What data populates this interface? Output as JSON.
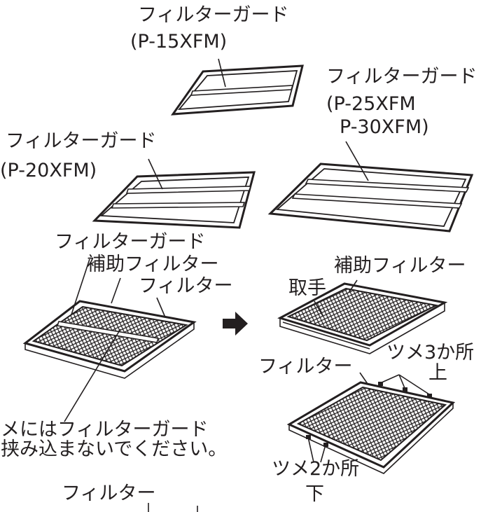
{
  "labels": {
    "guard_p15": "フィルターガード",
    "model_p15": "(P-15XFM)",
    "guard_p25": "フィルターガード",
    "model_p25": "(P-25XFM",
    "model_p30": "P-30XFM)",
    "guard_p20": "フィルターガード",
    "model_p20": "(P-20XFM)",
    "guard_assembly": "フィルターガード",
    "aux_filter_left": "補助フィルター",
    "filter_left": "フィルター",
    "handle": "取手",
    "aux_filter_right": "補助フィルター",
    "filter_right": "フィルター",
    "claws_top_count": "ツメ3か所",
    "claws_top_pos": "上",
    "note_line1": "ツメにはフィルターガード",
    "note_line2": "を挟み込まないでください。",
    "claws_bottom_count": "ツメ2か所",
    "claws_bottom_pos": "下",
    "filter_bottom": "フィルター"
  },
  "colors": {
    "ink": "#231f20",
    "background": "#ffffff"
  },
  "icons": {
    "step_arrow": "right-arrow-icon"
  }
}
